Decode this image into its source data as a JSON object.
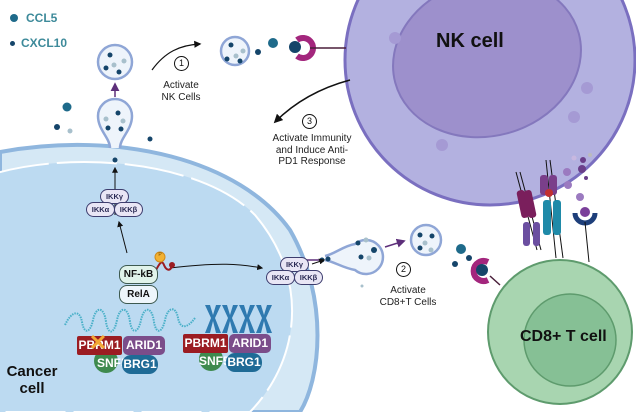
{
  "legend": {
    "items": [
      {
        "label": "CCL5",
        "icon": "large-dot-icon",
        "color": "#1e6a8a"
      },
      {
        "label": "CXCL10",
        "icon": "small-dot-icon",
        "color": "#15456a"
      }
    ]
  },
  "cells": {
    "nk": {
      "label": "NK cell"
    },
    "cd8": {
      "label": "CD8+ T cell"
    },
    "cancer": {
      "label_line1": "Cancer",
      "label_line2": "cell"
    }
  },
  "steps": [
    {
      "number": "1",
      "label_line1": "Activate",
      "label_line2": "NK Cells"
    },
    {
      "number": "2",
      "label_line1": "Activate",
      "label_line2": "CD8+T Cells"
    },
    {
      "number": "3",
      "label_line1": "Activate Immunity",
      "label_line2": "and Induce Anti-",
      "label_line3": "PD1 Response"
    }
  ],
  "ikk_complex": {
    "gamma": "IKKγ",
    "alpha": "IKKα",
    "beta": "IKKβ"
  },
  "nfkb": {
    "top": "NF-kB",
    "bottom": "RelA",
    "phospho": "P"
  },
  "swi_snf_left": {
    "pbrm1": "PBRM1",
    "arid1": "ARID1",
    "snf5": "SNF5",
    "brg1": "BRG1",
    "pbrm1_lost": true
  },
  "swi_snf_right": {
    "pbrm1": "PBRM1",
    "arid1": "ARID1",
    "snf5": "SNF5",
    "brg1": "BRG1"
  },
  "colors": {
    "nk_outer": "#b3b1e0",
    "nk_inner": "#9d90cc",
    "cd8_outer": "#a8d5b0",
    "cd8_inner": "#86c095",
    "cancer_cyto": "#d5e8f5",
    "nucleus": "#bcdaf1",
    "pbrm1": "#9b1c22",
    "arid1": "#7b4d8a",
    "snf5": "#3e8a4e",
    "brg1": "#1f6b96",
    "dna": "#2f7ab0"
  }
}
